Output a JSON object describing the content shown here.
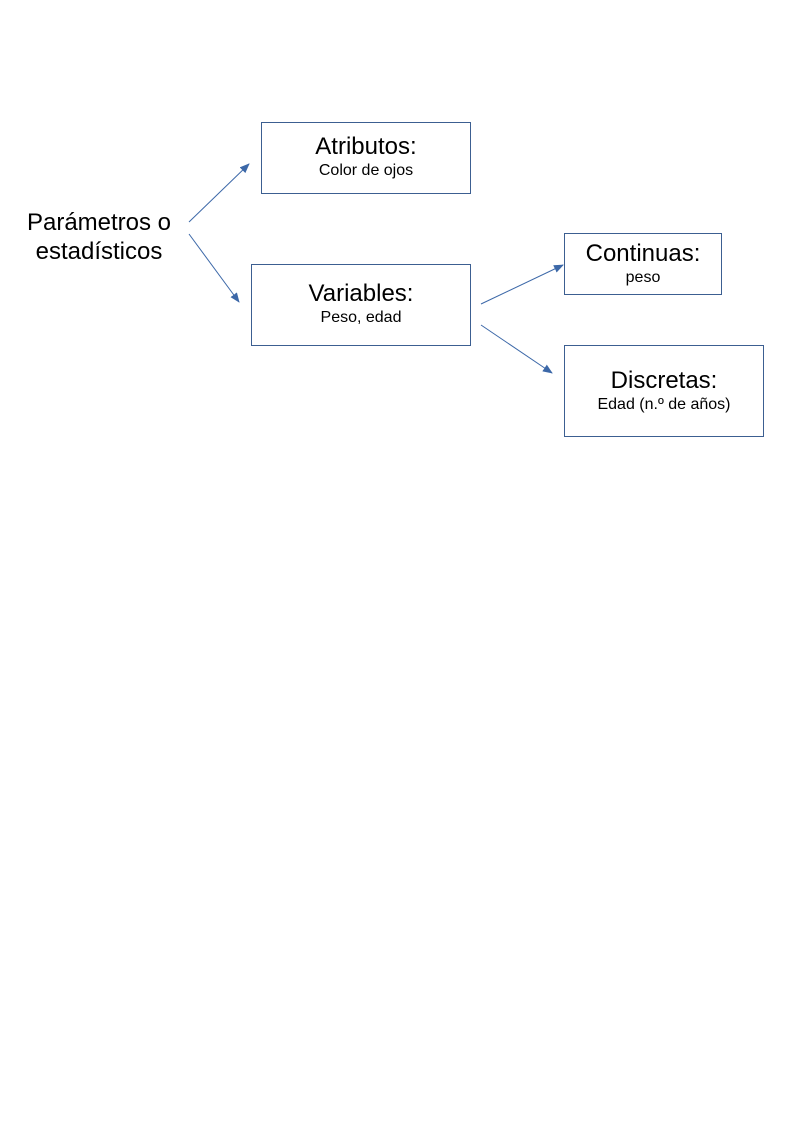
{
  "root": {
    "line1": "Parámetros o",
    "line2": "estadísticos"
  },
  "nodes": {
    "atributos": {
      "title": "Atributos:",
      "example": "Color de ojos"
    },
    "variables": {
      "title": "Variables:",
      "example": "Peso, edad"
    },
    "continuas": {
      "title": "Continuas:",
      "example": "peso"
    },
    "discretas": {
      "title": "Discretas:",
      "example": "Edad (n.º de años)"
    }
  },
  "edges": [
    {
      "from": "root",
      "to": "atributos"
    },
    {
      "from": "root",
      "to": "variables"
    },
    {
      "from": "variables",
      "to": "continuas"
    },
    {
      "from": "variables",
      "to": "discretas"
    }
  ],
  "colors": {
    "border": "#3c5f91",
    "arrow": "#3c68a8"
  }
}
